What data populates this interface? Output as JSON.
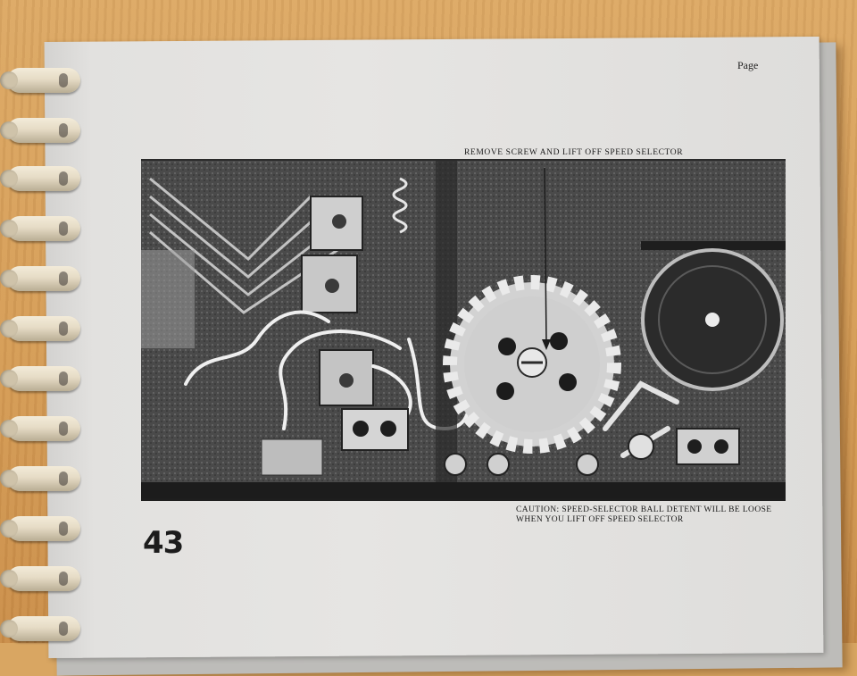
{
  "page": {
    "header_label": "Page",
    "page_number": "43"
  },
  "figure": {
    "callout_top": "REMOVE SCREW AND LIFT OFF SPEED SELECTOR",
    "caution_note": "CAUTION:  SPEED-SELECTOR BALL DETENT WILL BE LOOSE WHEN YOU LIFT OFF SPEED SELECTOR"
  },
  "colors": {
    "table_wood": "#d9a662",
    "paper": "#e4e3e1",
    "binding_comb": "#e9dfca",
    "ink": "#1c1c1c"
  }
}
